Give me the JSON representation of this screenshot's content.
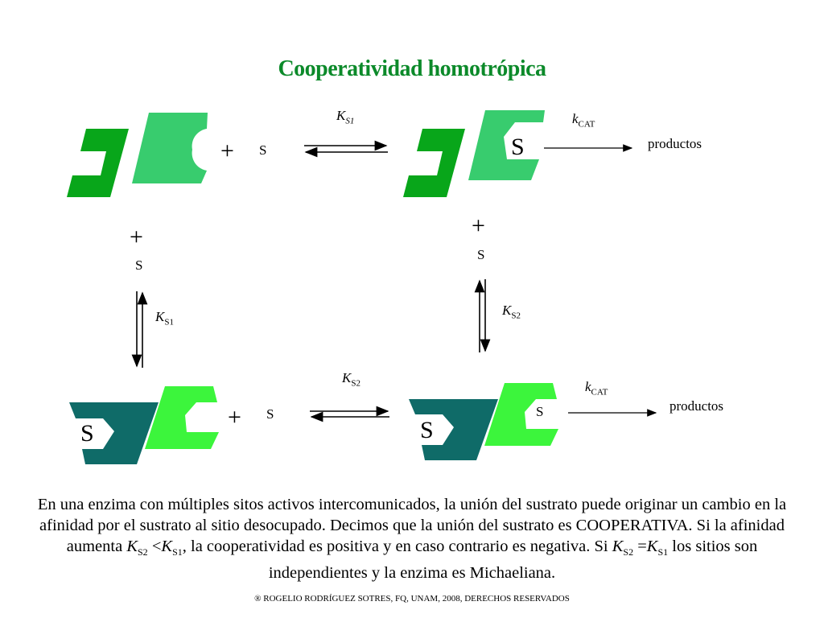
{
  "title": "Cooperatividad homotrópica",
  "substrate": "S",
  "plus": "+",
  "products": "productos",
  "k_letter": "K",
  "k_cat_letter": "k",
  "sub_s1_italic": "S1",
  "sub_s1": "S1",
  "sub_s2": "S2",
  "sub_cat": "CAT",
  "paragraph": {
    "p1": "En una enzima con múltiples sitos activos intercomunicados, la unión del sustrato puede originar un cambio en la afinidad por el sustrato al sitio desocupado. Decimos que la unión del sustrato es COOPERATIVA. Si la afinidad aumenta ",
    "p2": ", la cooperatividad es positiva y en caso contrario es negativa. Si ",
    "p3": " los sitios son independientes y la enzima es Michaeliana.",
    "lt": " <",
    "eq": " ="
  },
  "footer": "® ROGELIO RODRÍGUEZ SOTRES, FQ, UNAM, 2008, DERECHOS RESERVADOS",
  "colors": {
    "title": "#0c8a2a",
    "dark_green": "#08a61a",
    "light_green": "#38cc6e",
    "teal": "#0f6b68",
    "bright_green": "#3cf53c"
  }
}
